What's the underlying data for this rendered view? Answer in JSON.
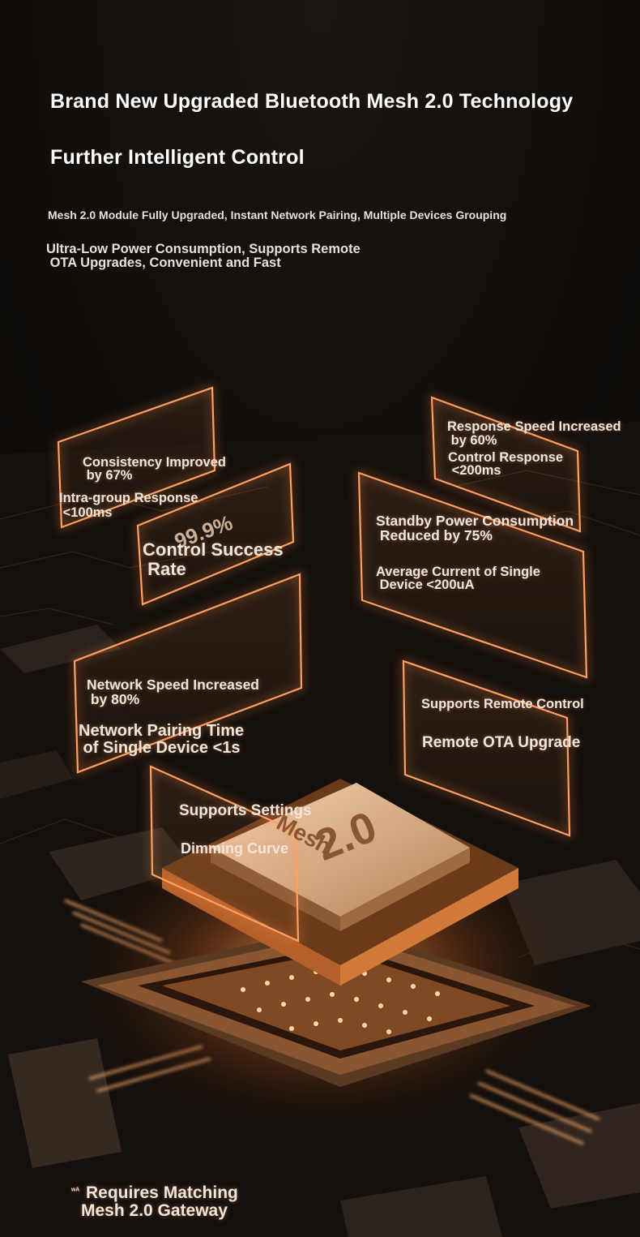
{
  "header": {
    "title": "Brand New Upgraded Bluetooth Mesh 2.0 Technology",
    "subtitle": "Further Intelligent Control",
    "feature_line": "Mesh 2.0 Module Fully Upgraded, Instant Network Pairing, Multiple Devices Grouping",
    "power_line_1": "Ultra-Low Power Consumption, Supports Remote",
    "power_line_2": " OTA Upgrades, Convenient and Fast"
  },
  "panels": {
    "consistency": {
      "line1": "Consistency Improved",
      "line2": " by 67%"
    },
    "intra_group": {
      "line1": "Intra-group Response",
      "line2": " <100ms"
    },
    "control_success": {
      "value": "99.9%",
      "line1": "Control Success",
      "line2": " Rate"
    },
    "response_speed": {
      "line1": "Response Speed Increased",
      "line2": " by 60%"
    },
    "control_response": {
      "line1": "Control Response",
      "line2": " <200ms"
    },
    "standby_power": {
      "line1": "Standby Power Consumption",
      "line2": " Reduced by 75%"
    },
    "average_current": {
      "line1": "Average Current of Single",
      "line2": " Device <200uA"
    },
    "network_speed": {
      "line1": "Network Speed Increased",
      "line2": " by 80%"
    },
    "pairing_time": {
      "line1": "Network Pairing Time",
      "line2": " of Single Device <1s"
    },
    "remote_control": {
      "label": "Supports Remote Control"
    },
    "remote_ota": {
      "label": "Remote OTA Upgrade"
    },
    "settings": {
      "label": "Supports Settings"
    },
    "dimming": {
      "label": "Dimming Curve"
    }
  },
  "chip": {
    "line1": "Mesh",
    "line2": "2.0"
  },
  "footer": {
    "symbol": "ʷᴬ",
    "note_line1": "Requires Matching",
    "note_line2": "Mesh 2.0 Gateway"
  },
  "colors": {
    "background": "#0c0907",
    "panel_glow": "#ff9a5a",
    "chip_gold": "#d9a878",
    "text": "#ffffff"
  }
}
